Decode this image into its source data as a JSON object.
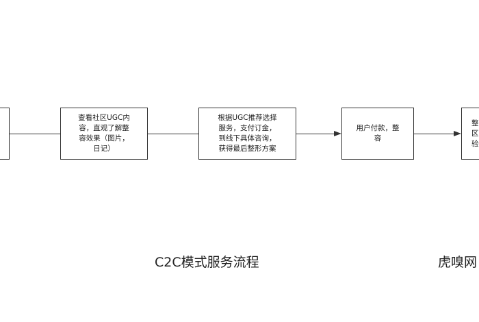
{
  "diagram": {
    "nodes": [
      {
        "id": "n0",
        "text": ""
      },
      {
        "id": "n1",
        "text": "查看社区UGC内\n容，直观了解整\n容效果（图片，\n日记）"
      },
      {
        "id": "n2",
        "text": "根据UGC推荐选择\n服务，支付订金，\n到线下具体咨询，\n获得最后整形方案"
      },
      {
        "id": "n3",
        "text": "用户付款，整\n容"
      },
      {
        "id": "n4",
        "text": "整\n区\n验"
      }
    ],
    "edges": [
      {
        "from": "n0",
        "to": "n1",
        "arrow": false
      },
      {
        "from": "n1",
        "to": "n2",
        "arrow": false
      },
      {
        "from": "n2",
        "to": "n3",
        "arrow": true
      },
      {
        "from": "n3",
        "to": "n4",
        "arrow": true
      }
    ],
    "captions": {
      "c2c": "C2C模式服务流程",
      "right": "虎嗅网"
    }
  },
  "colors": {
    "line": "#333333",
    "text": "#222222",
    "background": "#ffffff"
  }
}
